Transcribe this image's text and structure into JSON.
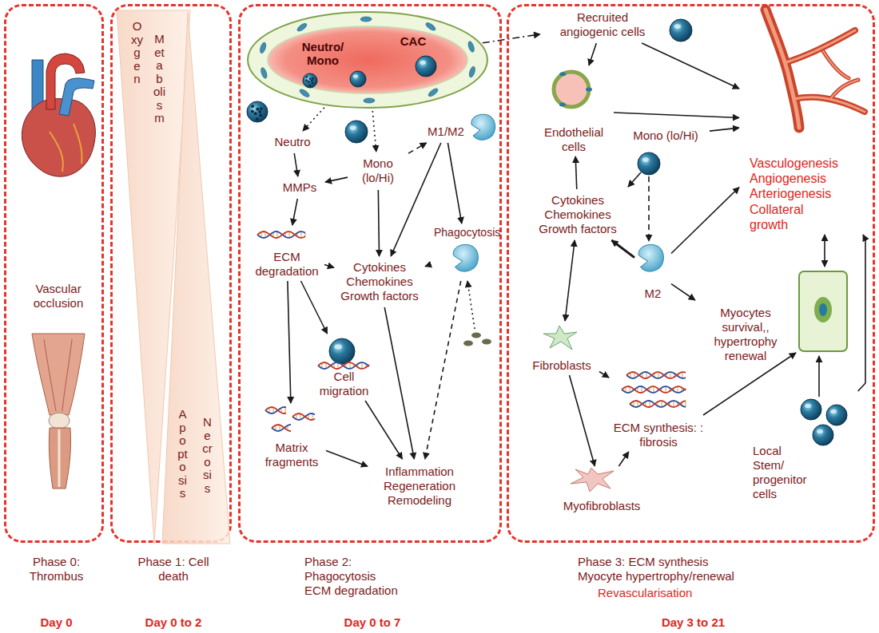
{
  "diagram": {
    "nodes": [
      {
        "text": [
          "Vascular occlusion",
          "Phase 0: Thrombus",
          "Day 0"
        ]
      },
      {
        "text": [
          "Phase 1: Cell death",
          "Day 0 to 2"
        ]
      },
      {
        "text": [
          "Oxygen",
          "Metabolism"
        ],
        "in": 1
      },
      {
        "text": [
          "Apoptosis",
          "Necrosis"
        ],
        "in": 1
      },
      {
        "text": [
          "Phase 2: Phagocytosis ECM degradation",
          "Day 0 to 7"
        ]
      },
      {
        "text": [
          "Neutro/ Mono",
          "CAC"
        ],
        "in": 4
      },
      {
        "text": [
          "Neutro"
        ],
        "in": 4
      },
      {
        "text": [
          "Mono (lo/Hi)"
        ],
        "in": 4
      },
      {
        "text": [
          "M1/M2"
        ],
        "in": 4
      },
      {
        "text": [
          "MMPs"
        ],
        "in": 4
      },
      {
        "text": [
          "ECM degradation"
        ],
        "in": 4
      },
      {
        "text": [
          "Cytokines Chemokines Growth factors"
        ],
        "in": 4
      },
      {
        "text": [
          "Phagocytosis"
        ],
        "in": 4
      },
      {
        "text": [
          "Cell migration"
        ],
        "in": 4
      },
      {
        "text": [
          "Matrix fragments"
        ],
        "in": 4
      },
      {
        "text": [
          "Inflammation Regeneration Remodeling"
        ],
        "in": 4
      },
      {
        "text": [
          "Phase 3: ECM synthesis Myocyte hypertrophy/renewal",
          "Revascularisation",
          "Day 3 to 21"
        ]
      },
      {
        "text": [
          "Recruited angiogenic cells"
        ],
        "in": 16
      },
      {
        "text": [
          "Endothelial cells"
        ],
        "in": 16
      },
      {
        "text": [
          "Mono (lo/Hi)"
        ],
        "in": 16
      },
      {
        "text": [
          "Vasculogenesis Angiogenesis Arteriogenesis Collateral growth"
        ],
        "in": 16
      },
      {
        "text": [
          "Cytokines Chemokines Growth factors"
        ],
        "in": 16
      },
      {
        "text": [
          "M2"
        ],
        "in": 16
      },
      {
        "text": [
          "Myocytes survival,, hypertrophy renewal"
        ],
        "in": 16
      },
      {
        "text": [
          "Fibroblasts"
        ],
        "in": 16
      },
      {
        "text": [
          "ECM synthesis: : fibrosis"
        ],
        "in": 16
      },
      {
        "text": [
          "Myofibroblasts"
        ],
        "in": 16
      },
      {
        "text": [
          "Local Stem/ progenitor cells"
        ],
        "in": 16
      }
    ],
    "edges": [
      {
        "from": 5,
        "to": 6,
        "arrow": "to"
      },
      {
        "from": 5,
        "to": 7,
        "arrow": "to"
      },
      {
        "from": 5,
        "to": 17,
        "arrow": "to"
      },
      {
        "from": 7,
        "to": 8,
        "arrow": "to"
      },
      {
        "from": 6,
        "to": 9,
        "arrow": "to"
      },
      {
        "from": 7,
        "to": 9,
        "arrow": "to"
      },
      {
        "from": 9,
        "to": 10,
        "arrow": "to"
      },
      {
        "from": 10,
        "to": 11,
        "arrow": "to"
      },
      {
        "from": 7,
        "to": 11,
        "arrow": "to"
      },
      {
        "from": 8,
        "to": 11,
        "arrow": "to"
      },
      {
        "from": 8,
        "to": 12,
        "arrow": "to"
      },
      {
        "from": 12,
        "to": 11,
        "arrow": "to"
      },
      {
        "from": 10,
        "to": 13,
        "arrow": "to"
      },
      {
        "from": 10,
        "to": 14,
        "arrow": "to"
      },
      {
        "from": 14,
        "to": 15,
        "arrow": "to"
      },
      {
        "from": 13,
        "to": 15,
        "arrow": "to"
      },
      {
        "from": 11,
        "to": 15,
        "arrow": "to"
      },
      {
        "from": 12,
        "to": 15,
        "arrow": "to"
      },
      {
        "from": 17,
        "to": 18,
        "arrow": "to"
      },
      {
        "from": 17,
        "to": 20,
        "arrow": "to"
      },
      {
        "from": 18,
        "to": 20,
        "arrow": "to"
      },
      {
        "from": 19,
        "to": 20,
        "arrow": "to"
      },
      {
        "from": 21,
        "to": 18,
        "arrow": "to"
      },
      {
        "from": 22,
        "to": 21,
        "arrow": "to"
      },
      {
        "from": 21,
        "to": 24,
        "arrow": "both"
      },
      {
        "from": 22,
        "to": 20,
        "arrow": "to"
      },
      {
        "from": 22,
        "to": 23,
        "arrow": "to"
      },
      {
        "from": 24,
        "to": 25,
        "arrow": "to"
      },
      {
        "from": 24,
        "to": 26,
        "arrow": "to"
      },
      {
        "from": 26,
        "to": 25,
        "arrow": "to"
      },
      {
        "from": 27,
        "to": 20,
        "arrow": "to"
      }
    ]
  }
}
